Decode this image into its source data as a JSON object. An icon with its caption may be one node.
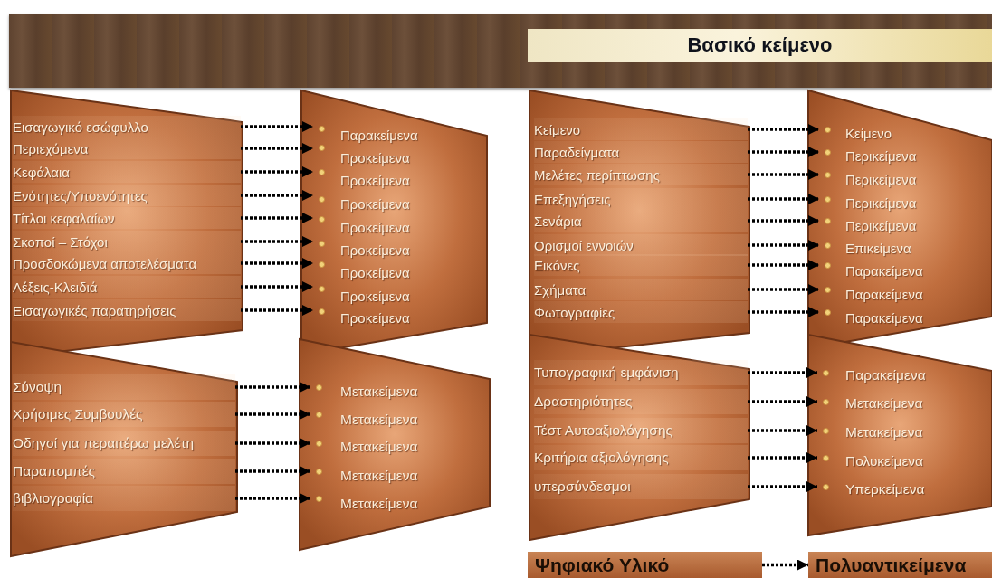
{
  "diagram": {
    "title": "Βασικό κείμενο",
    "nodes": [
      {
        "text": [],
        "shape": "trapezoid"
      },
      {
        "text": [
          "Εισαγωγικό εσώφυλλο"
        ],
        "in": 0
      },
      {
        "text": [
          "Περιεχόμενα"
        ],
        "in": 0
      },
      {
        "text": [
          "Κεφάλαια"
        ],
        "in": 0
      },
      {
        "text": [
          "Ενότητες/Υποενότητες"
        ],
        "in": 0
      },
      {
        "text": [
          "Τίτλοι κεφαλαίων"
        ],
        "in": 0
      },
      {
        "text": [
          "Σκοποί – Στόχοι"
        ],
        "in": 0
      },
      {
        "text": [
          "Προσδοκώμενα αποτελέσματα"
        ],
        "in": 0
      },
      {
        "text": [
          "Λέξεις-Κλειδιά"
        ],
        "in": 0
      },
      {
        "text": [
          "Εισαγωγικές παρατηρήσεις"
        ],
        "in": 0
      },
      {
        "text": [],
        "shape": "trapezoid"
      },
      {
        "text": [
          "Παρακείμενα"
        ],
        "in": 10
      },
      {
        "text": [
          "Προκείμενα"
        ],
        "in": 10
      },
      {
        "text": [
          "Προκείμενα"
        ],
        "in": 10
      },
      {
        "text": [
          "Προκείμενα"
        ],
        "in": 10
      },
      {
        "text": [
          "Προκείμενα"
        ],
        "in": 10
      },
      {
        "text": [
          "Προκείμενα"
        ],
        "in": 10
      },
      {
        "text": [
          "Προκείμενα"
        ],
        "in": 10
      },
      {
        "text": [
          "Προκείμενα"
        ],
        "in": 10
      },
      {
        "text": [
          "Προκείμενα"
        ],
        "in": 10
      },
      {
        "text": [],
        "shape": "trapezoid"
      },
      {
        "text": [
          "Κείμενο"
        ],
        "in": 20
      },
      {
        "text": [
          "Παραδείγματα"
        ],
        "in": 20
      },
      {
        "text": [
          "Μελέτες περίπτωσης"
        ],
        "in": 20
      },
      {
        "text": [
          "Επεξηγήσεις"
        ],
        "in": 20
      },
      {
        "text": [
          "Σενάρια"
        ],
        "in": 20
      },
      {
        "text": [
          "Ορισμοί εννοιών"
        ],
        "in": 20
      },
      {
        "text": [
          "Εικόνες"
        ],
        "in": 20
      },
      {
        "text": [
          "Σχήματα"
        ],
        "in": 20
      },
      {
        "text": [
          "Φωτογραφίες"
        ],
        "in": 20
      },
      {
        "text": [],
        "shape": "trapezoid"
      },
      {
        "text": [
          "Κείμενο"
        ],
        "in": 30
      },
      {
        "text": [
          "Περικείμενα"
        ],
        "in": 30
      },
      {
        "text": [
          "Περικείμενα"
        ],
        "in": 30
      },
      {
        "text": [
          "Περικείμενα"
        ],
        "in": 30
      },
      {
        "text": [
          "Περικείμενα"
        ],
        "in": 30
      },
      {
        "text": [
          "Επικείμενα"
        ],
        "in": 30
      },
      {
        "text": [
          "Παρακείμενα"
        ],
        "in": 30
      },
      {
        "text": [
          "Παρακείμενα"
        ],
        "in": 30
      },
      {
        "text": [
          "Παρακείμενα"
        ],
        "in": 30
      },
      {
        "text": [],
        "shape": "trapezoid"
      },
      {
        "text": [
          "Σύνοψη"
        ],
        "in": 40
      },
      {
        "text": [
          "Χρήσιμες Συμβουλές"
        ],
        "in": 40
      },
      {
        "text": [
          "Οδηγοί για περαιτέρω μελέτη"
        ],
        "in": 40
      },
      {
        "text": [
          "Παραπομπές"
        ],
        "in": 40
      },
      {
        "text": [
          "βιβλιογραφία"
        ],
        "in": 40
      },
      {
        "text": [],
        "shape": "trapezoid"
      },
      {
        "text": [
          "Μετακείμενα"
        ],
        "in": 46
      },
      {
        "text": [
          "Μετακείμενα"
        ],
        "in": 46
      },
      {
        "text": [
          "Μετακείμενα"
        ],
        "in": 46
      },
      {
        "text": [
          "Μετακείμενα"
        ],
        "in": 46
      },
      {
        "text": [
          "Μετακείμενα"
        ],
        "in": 46
      },
      {
        "text": [],
        "shape": "trapezoid"
      },
      {
        "text": [
          "Τυπογραφική εμφάνιση"
        ],
        "in": 52
      },
      {
        "text": [
          "Δραστηριότητες"
        ],
        "in": 52
      },
      {
        "text": [
          "Τέστ Αυτοαξιολόγησης"
        ],
        "in": 52
      },
      {
        "text": [
          "Κριτήρια αξιολόγησης"
        ],
        "in": 52
      },
      {
        "text": [
          "υπερσύνδεσμοι"
        ],
        "in": 52
      },
      {
        "text": [],
        "shape": "trapezoid"
      },
      {
        "text": [
          "Παρακείμενα"
        ],
        "in": 58
      },
      {
        "text": [
          "Μετακείμενα"
        ],
        "in": 58
      },
      {
        "text": [
          "Μετακείμενα"
        ],
        "in": 58
      },
      {
        "text": [
          "Πολυκείμενα"
        ],
        "in": 58
      },
      {
        "text": [
          "Υπερκείμενα"
        ],
        "in": 58
      },
      {
        "text": [
          "Ψηφιακό Υλικό"
        ]
      },
      {
        "text": [
          "Πολυαντικείμενα"
        ]
      }
    ],
    "edges": [
      {
        "from": 1,
        "to": 11,
        "arrow": "to"
      },
      {
        "from": 2,
        "to": 12,
        "arrow": "to"
      },
      {
        "from": 3,
        "to": 13,
        "arrow": "to"
      },
      {
        "from": 4,
        "to": 14,
        "arrow": "to"
      },
      {
        "from": 5,
        "to": 15,
        "arrow": "to"
      },
      {
        "from": 6,
        "to": 16,
        "arrow": "to"
      },
      {
        "from": 7,
        "to": 17,
        "arrow": "to"
      },
      {
        "from": 8,
        "to": 18,
        "arrow": "to"
      },
      {
        "from": 9,
        "to": 19,
        "arrow": "to"
      },
      {
        "from": 21,
        "to": 31,
        "arrow": "to"
      },
      {
        "from": 22,
        "to": 32,
        "arrow": "to"
      },
      {
        "from": 23,
        "to": 33,
        "arrow": "to"
      },
      {
        "from": 24,
        "to": 34,
        "arrow": "to"
      },
      {
        "from": 25,
        "to": 35,
        "arrow": "to"
      },
      {
        "from": 26,
        "to": 36,
        "arrow": "to"
      },
      {
        "from": 27,
        "to": 37,
        "arrow": "to"
      },
      {
        "from": 28,
        "to": 38,
        "arrow": "to"
      },
      {
        "from": 29,
        "to": 39,
        "arrow": "to"
      },
      {
        "from": 41,
        "to": 47,
        "arrow": "to"
      },
      {
        "from": 42,
        "to": 48,
        "arrow": "to"
      },
      {
        "from": 43,
        "to": 49,
        "arrow": "to"
      },
      {
        "from": 44,
        "to": 50,
        "arrow": "to"
      },
      {
        "from": 45,
        "to": 51,
        "arrow": "to"
      },
      {
        "from": 53,
        "to": 59,
        "arrow": "to"
      },
      {
        "from": 54,
        "to": 60,
        "arrow": "to"
      },
      {
        "from": 55,
        "to": 61,
        "arrow": "to"
      },
      {
        "from": 56,
        "to": 62,
        "arrow": "to"
      },
      {
        "from": 57,
        "to": 63,
        "arrow": "to"
      },
      {
        "from": 64,
        "to": 65,
        "arrow": "to"
      }
    ]
  }
}
